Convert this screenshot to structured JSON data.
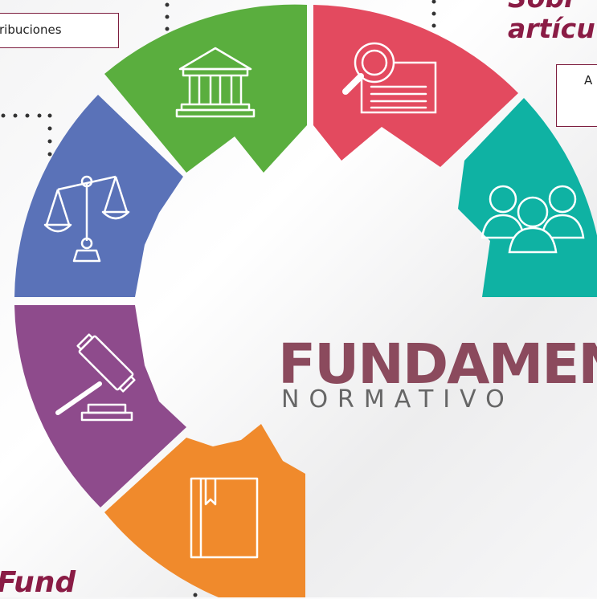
{
  "callouts": {
    "left_box": "ribuciones",
    "right_box": "A",
    "top_title_line1": "Sobr",
    "top_title_line2": "artícu",
    "bottom_title": "Fund"
  },
  "center": {
    "title": "FUNDAMEN",
    "subtitle": "NORMATIVO"
  },
  "segments": [
    {
      "name": "legislature",
      "icon": "government-building-icon",
      "color": "#5aae3e"
    },
    {
      "name": "analysis",
      "icon": "magnifier-document-icon",
      "color": "#e34a5f"
    },
    {
      "name": "community",
      "icon": "people-group-icon",
      "color": "#0fb2a3"
    },
    {
      "name": "justice",
      "icon": "scales-icon",
      "color": "#5a72b8"
    },
    {
      "name": "ruling",
      "icon": "gavel-icon",
      "color": "#8e4b8c"
    },
    {
      "name": "law-book",
      "icon": "book-icon",
      "color": "#f08a2c"
    }
  ],
  "colors": {
    "title": "#8a1c45",
    "fund_title": "#8b4a5d",
    "subtitle": "#666666",
    "dotted_line": "#333333"
  }
}
